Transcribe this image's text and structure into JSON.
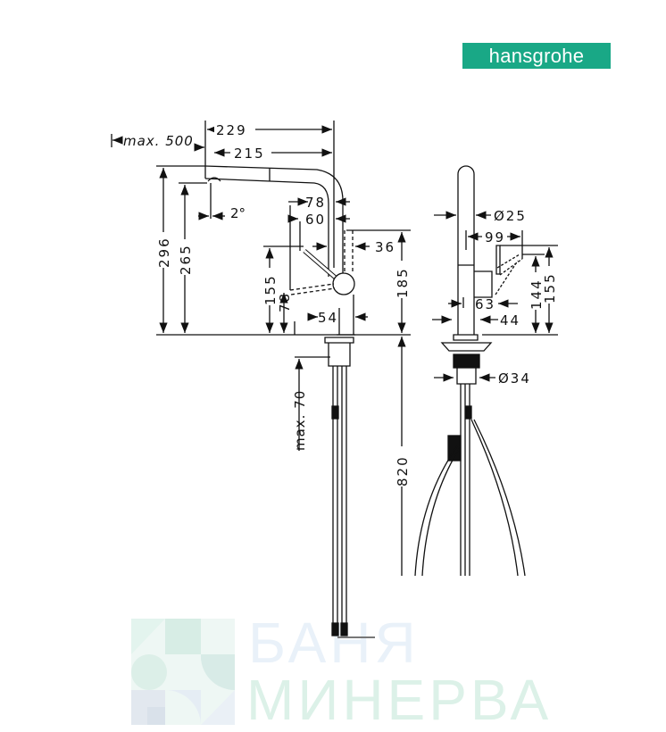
{
  "brand": {
    "logo_text": "hansgrohe",
    "color": "#19a886"
  },
  "side_view": {
    "dims": {
      "width_total": "229",
      "width_spout": "215",
      "pullout": "max. 500",
      "height_total": "296",
      "height_outlet": "265",
      "angle": "2°",
      "offset_78": "78",
      "offset_60": "60",
      "body_36": "36",
      "height_185": "185",
      "handle_155": "155",
      "handle_78": "78",
      "base_54": "54",
      "thickness": "max. 70",
      "hose_820": "820"
    }
  },
  "front_view": {
    "dims": {
      "spout_diameter": "Ø25",
      "handle_99": "99",
      "height_144": "144",
      "height_155": "155",
      "offset_63": "63",
      "base_44": "44",
      "shank_diameter": "Ø34"
    }
  },
  "watermark": {
    "line1": "БАНЯ",
    "line2": "МИНЕРВА"
  }
}
